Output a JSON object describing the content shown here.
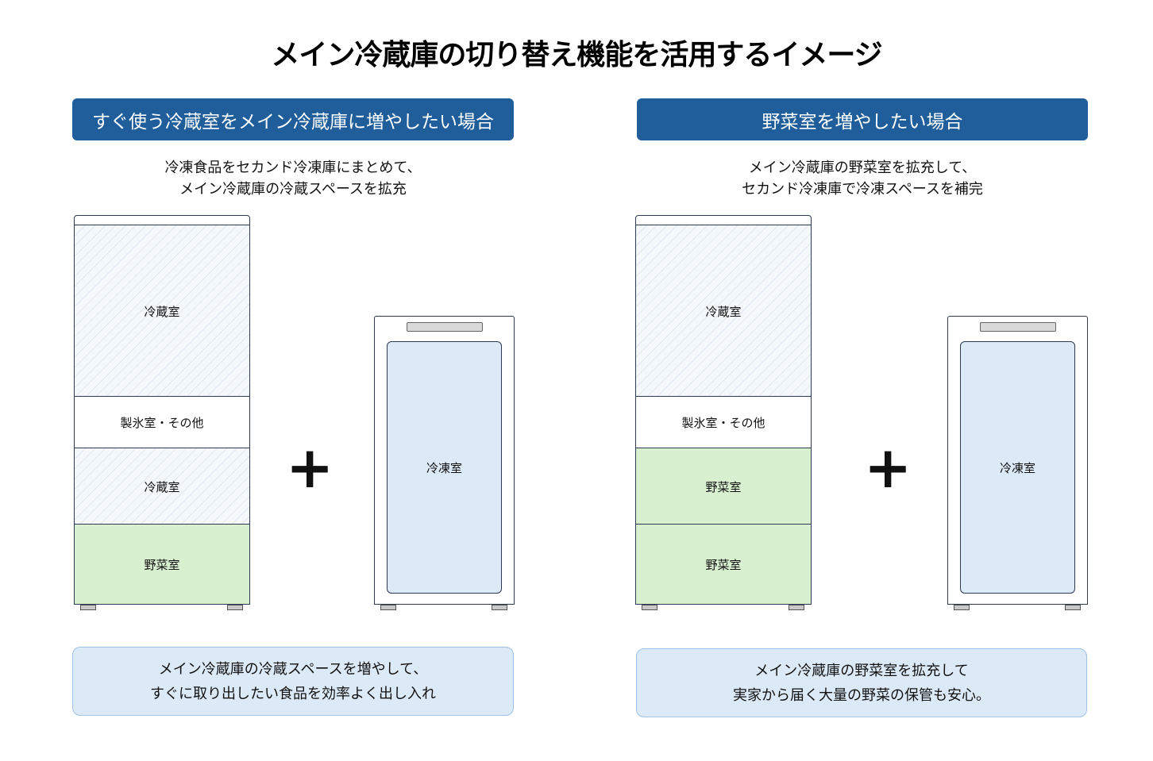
{
  "title": "メイン冷蔵庫の切り替え機能を活用するイメージ",
  "left": {
    "header": "すぐ使う冷蔵室をメイン冷蔵庫に増やしたい場合",
    "subtitle_lines": [
      "冷凍食品をセカンド冷凍庫にまとめて、",
      "メイン冷蔵庫の冷蔵スペースを拡充"
    ],
    "fridge_compartments": [
      "冷蔵室",
      "製氷室・その他",
      "冷蔵室",
      "野菜室"
    ],
    "plus": "+",
    "freezer_label": "冷凍室",
    "note_lines": [
      "メイン冷蔵庫の冷蔵スペースを増やして、",
      "すぐに取り出したい食品を効率よく出し入れ"
    ]
  },
  "right": {
    "header": "野菜室を増やしたい場合",
    "subtitle_lines": [
      "メイン冷蔵庫の野菜室を拡充して、",
      "セカンド冷凍庫で冷凍スペースを補完"
    ],
    "fridge_compartments": [
      "冷蔵室",
      "製氷室・その他",
      "野菜室",
      "野菜室"
    ],
    "plus": "+",
    "freezer_label": "冷凍室",
    "note_lines": [
      "メイン冷蔵庫の野菜室を拡充して",
      "実家から届く大量の野菜の保管も安心。"
    ]
  },
  "colors": {
    "header_bg": "#1f5e9a",
    "vegetable_compartment": "#d8f0d0",
    "freezer_door": "#dce9f6",
    "note_bg": "#dce9f6"
  }
}
